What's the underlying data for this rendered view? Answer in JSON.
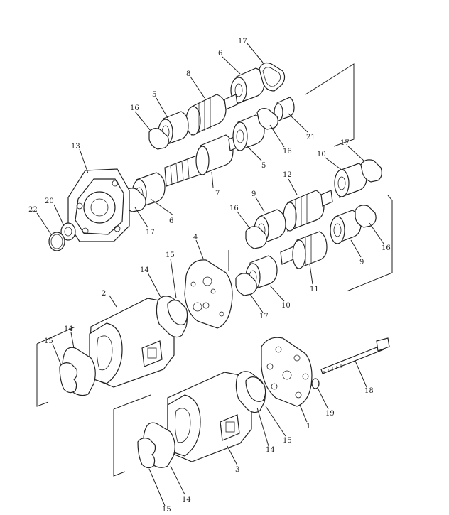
{
  "diagram": {
    "callouts": [
      "1",
      "2",
      "3",
      "4",
      "5",
      "5",
      "6",
      "6",
      "7",
      "8",
      "9",
      "9",
      "10",
      "10",
      "11",
      "12",
      "13",
      "14",
      "14",
      "14",
      "14",
      "15",
      "15",
      "15",
      "15",
      "15",
      "16",
      "16",
      "16",
      "16",
      "17",
      "17",
      "17",
      "17",
      "18",
      "19",
      "20",
      "21",
      "22"
    ]
  }
}
